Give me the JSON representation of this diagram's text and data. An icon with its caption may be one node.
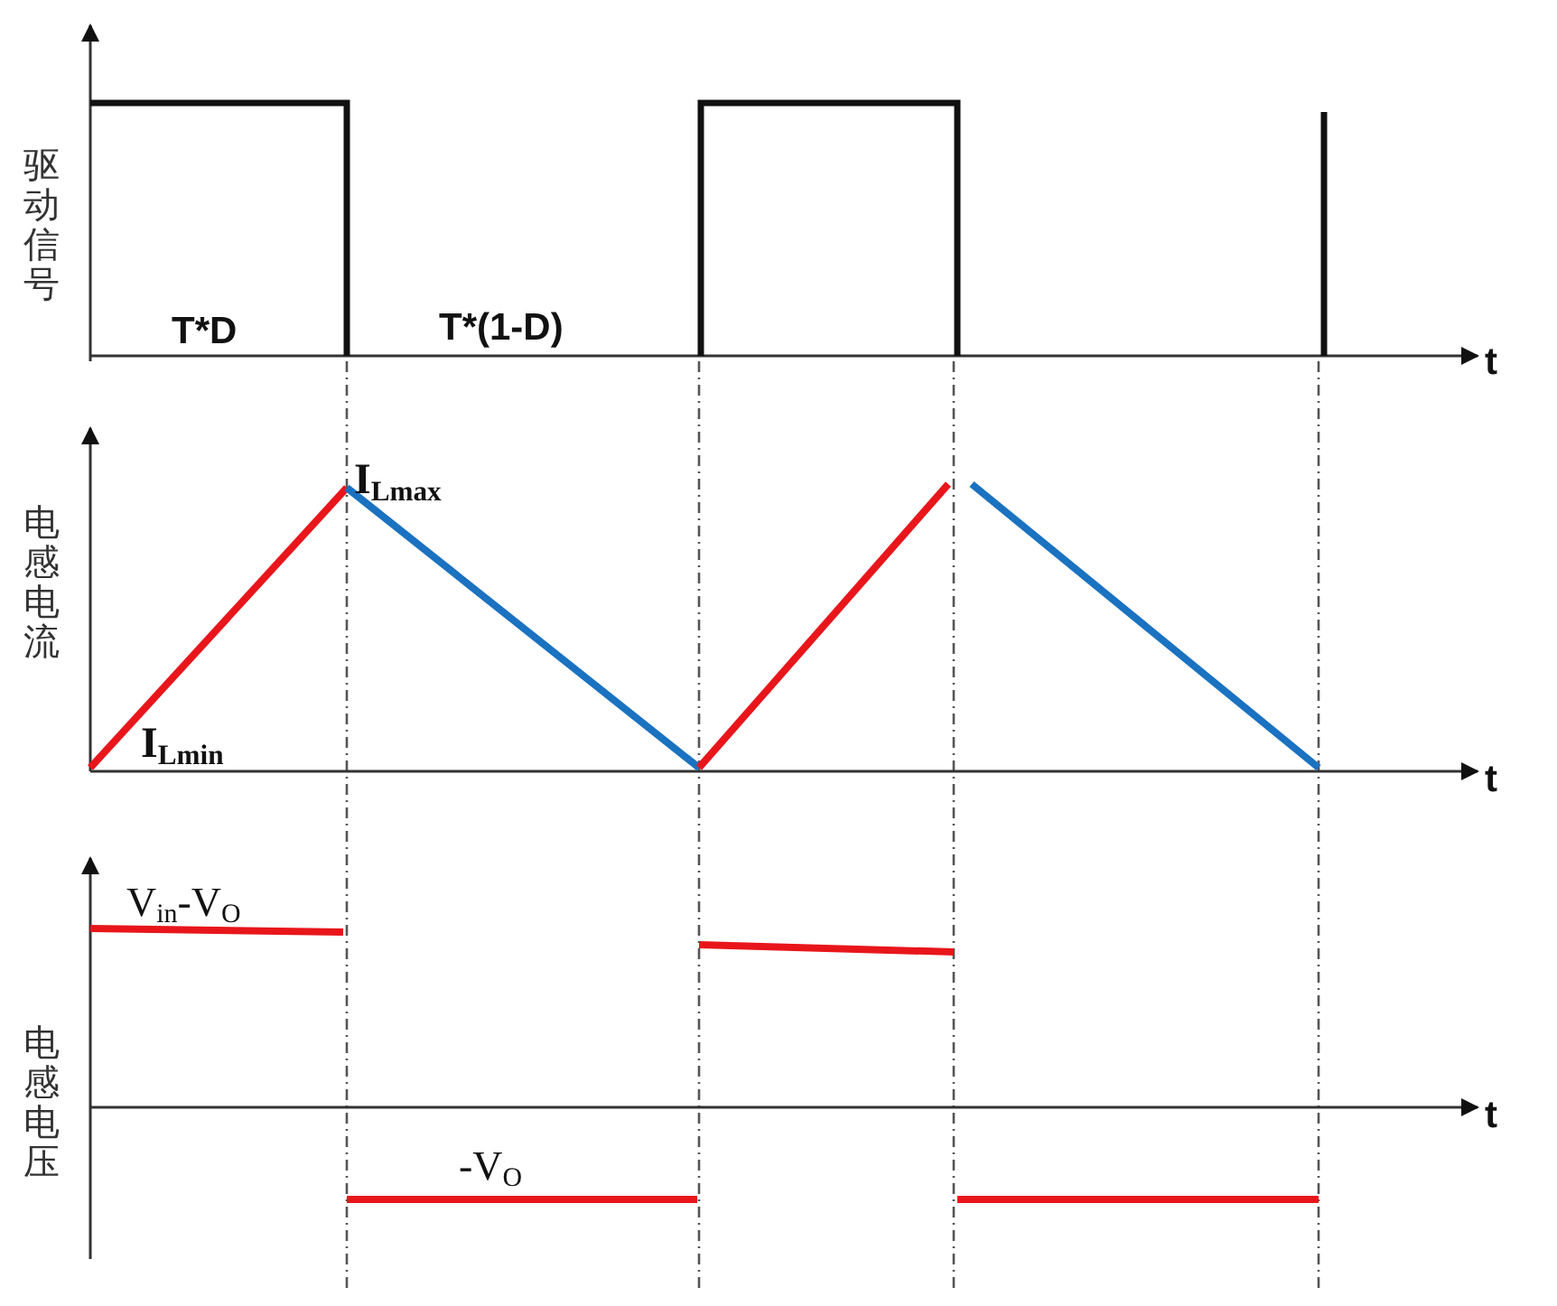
{
  "diagram": {
    "labels": [
      "驱动信号",
      "T*D",
      "T*(1-D)",
      "t",
      "电感电流",
      "I$_{Lmax}$",
      "I$_{Lmin}$",
      "t",
      "V$_{in}$-V$_{O}$",
      "电感电压",
      "t",
      "-V$_{O}$"
    ]
  }
}
